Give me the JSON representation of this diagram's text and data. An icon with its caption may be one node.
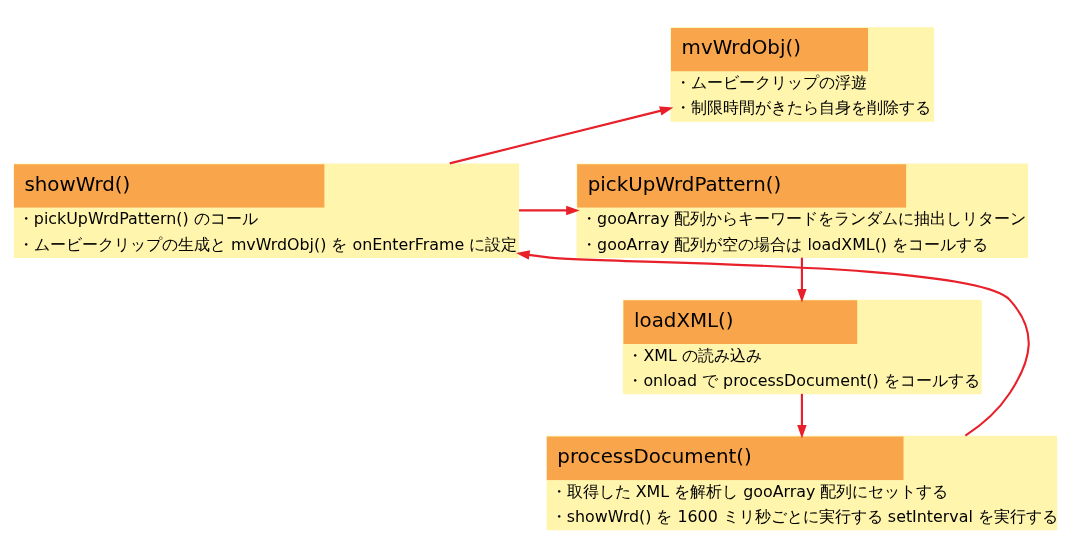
{
  "diagram": {
    "nodes": [
      {
        "text": [
          "mvWrdObj()",
          "・ムービークリップの浮遊",
          "・制限時間がきたら自身を削除する"
        ]
      },
      {
        "text": [
          "showWrd()",
          "・pickUpWrdPattern() のコール",
          "・ムービークリップの生成と mvWrdObj() を onEnterFrame に設定"
        ]
      },
      {
        "text": [
          "pickUpWrdPattern()",
          "・gooArray 配列からキーワードをランダムに抽出しリターン",
          "・gooArray 配列が空の場合は loadXML() をコールする"
        ]
      },
      {
        "text": [
          "loadXML()",
          "・XML の読み込み",
          "・onload で processDocument() をコールする"
        ]
      },
      {
        "text": [
          "processDocument()",
          "・取得した XML を解析し gooArray 配列にセットする",
          "・showWrd() を 1600 ミリ秒ごとに実行する setInterval を実行する"
        ]
      }
    ],
    "edges": [
      {
        "from": 1,
        "to": 2,
        "arrow": "to"
      },
      {
        "from": 1,
        "to": 0,
        "arrow": "to"
      },
      {
        "from": 2,
        "to": 3,
        "arrow": "to"
      },
      {
        "from": 3,
        "to": 4,
        "arrow": "to"
      },
      {
        "from": 4,
        "to": 1,
        "arrow": "to"
      }
    ]
  }
}
